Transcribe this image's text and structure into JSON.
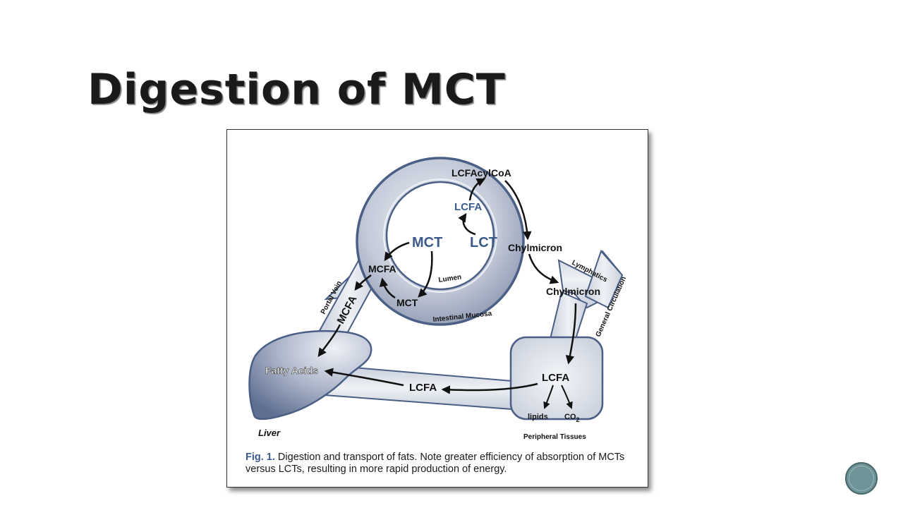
{
  "slide": {
    "title": "Digestion of MCT"
  },
  "diagram": {
    "organs": {
      "mucosa_label": "Intestinal Mucosa",
      "lumen_label": "Lumen",
      "liver_label": "Liver",
      "peripheral_label": "Peripheral Tissues"
    },
    "vessels": {
      "portal_vein": "Portal Vein",
      "lymphatics": "Lymphatics",
      "general_circulation": "General Circulation"
    },
    "molecules": {
      "lumen_mct": "MCT",
      "lumen_lct": "LCT",
      "lumen_lcfa": "LCFA",
      "lcfacylcoa": "LCFAcylCoA",
      "chylomicron_mucosa": "Chylmicron",
      "chylomicron_lymph": "Chylmicron",
      "mcfa_mucosa": "MCFA",
      "mct_mucosa": "MCT",
      "mcfa_portal": "MCFA",
      "fatty_acids": "Fatty Acids",
      "lcfa_return": "LCFA",
      "lcfa_peripheral": "LCFA",
      "lipids": "lipids",
      "co2": "CO",
      "co2_sub": "2"
    }
  },
  "caption": {
    "label": "Fig. 1.",
    "text": " Digestion and transport of fats. Note greater efficiency of absorption of MCTs versus LCTs, resulting in more rapid production of energy."
  },
  "colors": {
    "blue_label": "#3a5a8a",
    "organ_outline": "#4a5f85",
    "corner_button": "#6f9497"
  },
  "icons": {
    "corner_button": "circle-button-icon"
  }
}
